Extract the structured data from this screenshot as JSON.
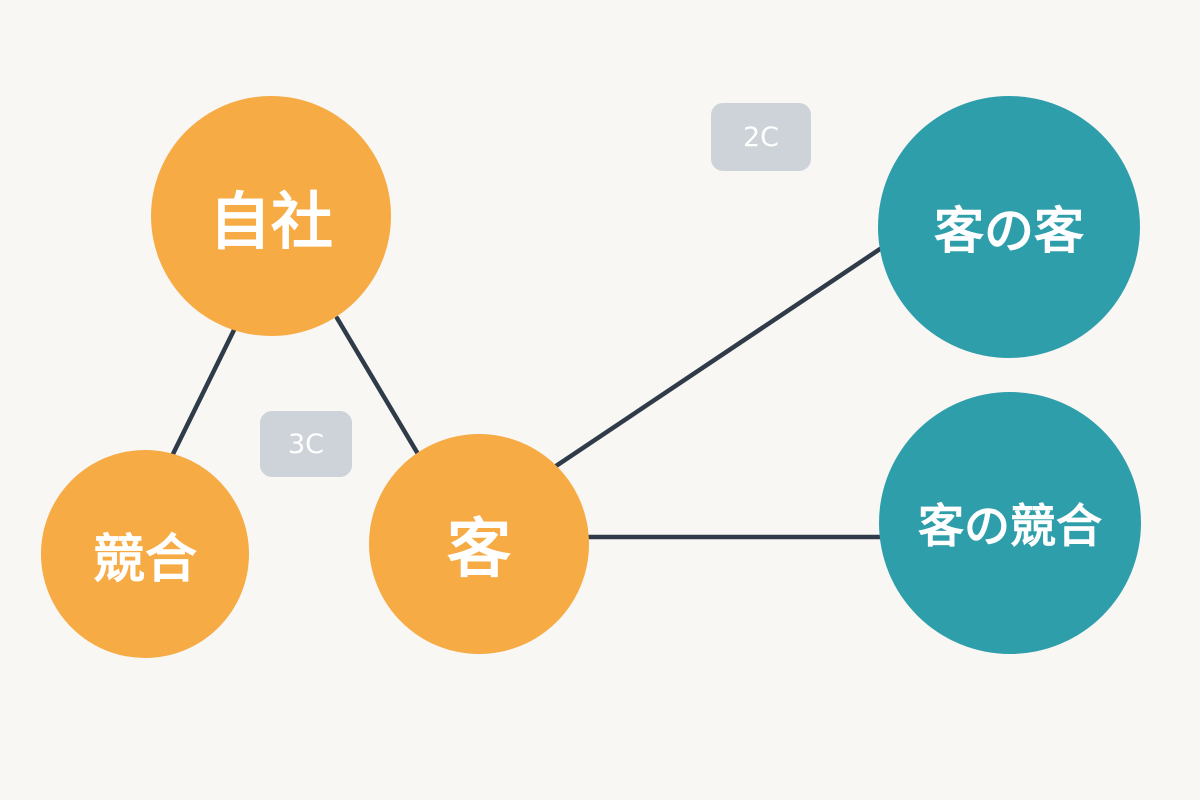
{
  "colors": {
    "orange": "#f6ab45",
    "teal": "#2f9eab",
    "line": "#2f3b48",
    "badge_bg": "#cdd3d8",
    "badge_text": "#ffffff",
    "node_text": "#ffffff"
  },
  "nodes": {
    "jisha": "自社",
    "kyogo": "競合",
    "kyaku": "客",
    "kyaku_no_kyaku": "客の客",
    "kyaku_no_kyogo": "客の競合"
  },
  "badges": {
    "two_c": "2C",
    "three_c": "3C"
  }
}
